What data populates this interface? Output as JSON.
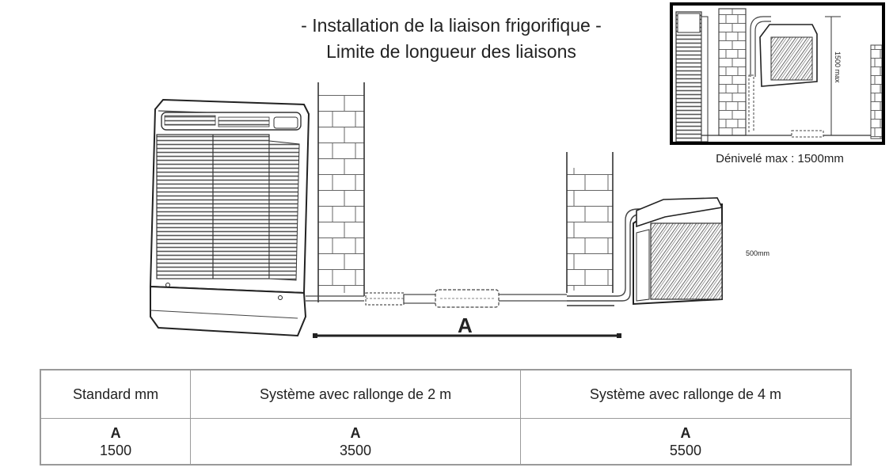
{
  "title": {
    "line1": "- Installation de la liaison frigorifique -",
    "line2": "Limite de longueur des liaisons"
  },
  "inset": {
    "caption": "Dénivelé max : 1500mm",
    "vertical_label": "1500 max"
  },
  "diagram": {
    "distance_label": "A",
    "height_label": "500mm"
  },
  "table": {
    "headers": [
      "Standard mm",
      "Système avec rallonge de 2 m",
      "Système avec rallonge de 4 m"
    ],
    "rows": [
      {
        "symbol": "A",
        "values": [
          "1500",
          "3500",
          "5500"
        ]
      }
    ]
  }
}
